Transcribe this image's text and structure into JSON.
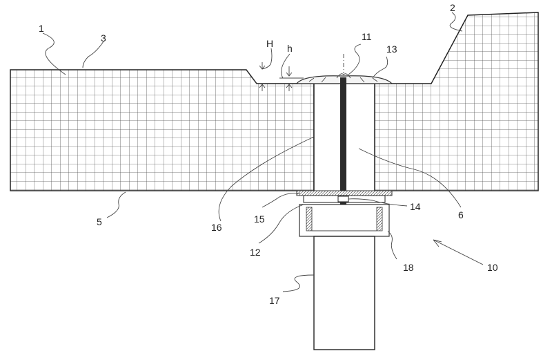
{
  "figure": {
    "colors": {
      "ink": "#222222",
      "grid": "#555555",
      "rod": "#2b2b2b",
      "paper": "#ffffff"
    },
    "labels": {
      "n1": "1",
      "n2": "2",
      "n3": "3",
      "n5": "5",
      "n6": "6",
      "n10": "10",
      "n11": "11",
      "n12": "12",
      "n13": "13",
      "n14": "14",
      "n15": "15",
      "n16": "16",
      "n17": "17",
      "n18": "18",
      "H": "H",
      "h": "h"
    }
  }
}
